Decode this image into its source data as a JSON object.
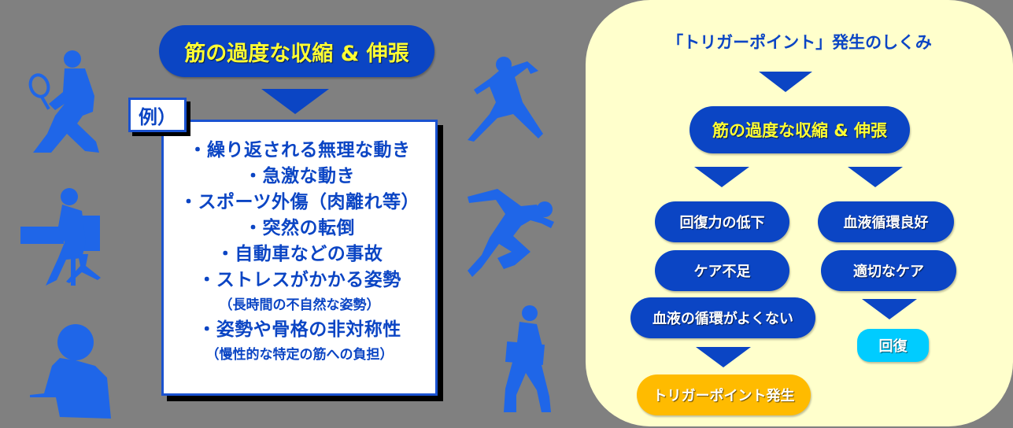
{
  "colors": {
    "background": "#808080",
    "brand_blue": "#0b45c4",
    "silhouette_blue": "#1f66e8",
    "headline_yellow": "#ffff33",
    "panel_bg": "#ffffcc",
    "recovery_cyan": "#00ccff",
    "trigger_orange": "#ffbb00"
  },
  "left": {
    "headline": "筋の過度な収縮 & 伸張",
    "example_label": "例）",
    "examples": [
      {
        "text": "・繰り返される無理な動き",
        "size": "big"
      },
      {
        "text": "・急激な動き",
        "size": "big"
      },
      {
        "text": "・スポーツ外傷（肉離れ等）",
        "size": "big"
      },
      {
        "text": "・突然の転倒",
        "size": "big"
      },
      {
        "text": "・自動車などの事故",
        "size": "big"
      },
      {
        "text": "・ストレスがかかる姿勢",
        "size": "big"
      },
      {
        "text": "（長時間の不自然な姿勢）",
        "size": "small"
      },
      {
        "text": "・姿勢や骨格の非対称性",
        "size": "big"
      },
      {
        "text": "（慢性的な特定の筋への負担）",
        "size": "small"
      }
    ],
    "silhouettes": [
      "tennis-player-icon",
      "office-worker-icon",
      "phone-caller-icon",
      "pitcher-icon",
      "sprinter-icon",
      "worker-carrying-box-icon"
    ]
  },
  "right": {
    "title": "「トリガーポイント」発生のしくみ",
    "cause": "筋の過度な収縮 & 伸張",
    "bad_path": [
      "回復力の低下",
      "ケア不足",
      "血液の循環がよくない"
    ],
    "bad_result": "トリガーポイント発生",
    "good_path": [
      "血液循環良好",
      "適切なケア"
    ],
    "good_result": "回復"
  }
}
